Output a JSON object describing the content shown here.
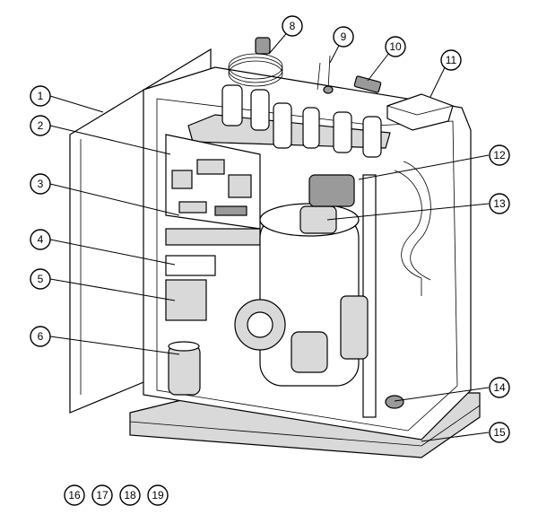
{
  "callouts": [
    {
      "id": "1",
      "label": "1"
    },
    {
      "id": "2",
      "label": "2"
    },
    {
      "id": "3",
      "label": "3"
    },
    {
      "id": "4",
      "label": "4"
    },
    {
      "id": "5",
      "label": "5"
    },
    {
      "id": "6",
      "label": "6"
    },
    {
      "id": "8",
      "label": "8"
    },
    {
      "id": "9",
      "label": "9"
    },
    {
      "id": "10",
      "label": "10"
    },
    {
      "id": "11",
      "label": "11"
    },
    {
      "id": "12",
      "label": "12"
    },
    {
      "id": "13",
      "label": "13"
    },
    {
      "id": "14",
      "label": "14"
    },
    {
      "id": "15",
      "label": "15"
    },
    {
      "id": "16",
      "label": "16"
    },
    {
      "id": "17",
      "label": "17"
    },
    {
      "id": "18",
      "label": "18"
    },
    {
      "id": "19",
      "label": "19"
    }
  ],
  "colors": {
    "line": "#000000",
    "housing": "#d9d9d9",
    "component": "#9a9a9a",
    "background": "#ffffff"
  }
}
